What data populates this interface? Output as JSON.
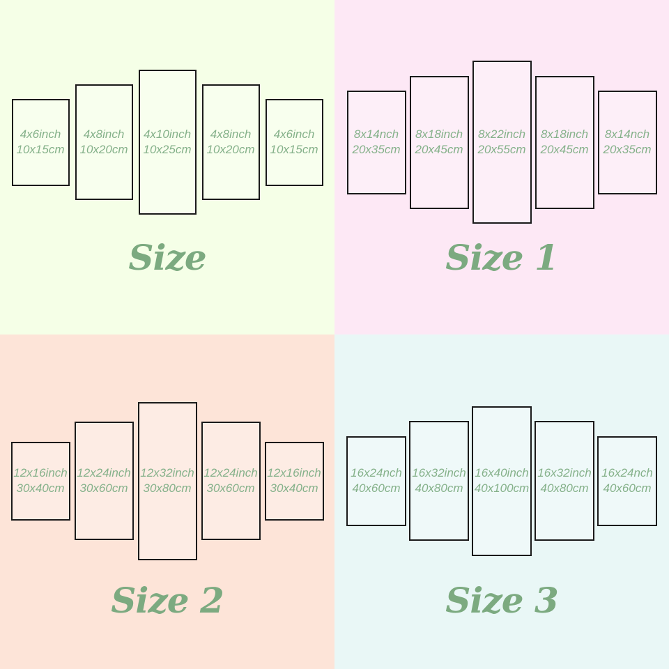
{
  "colors": {
    "label_green": "#85b18a",
    "title_green": "#7caa80",
    "panel_border": "#1a1a1a",
    "bg_top_left": "#f5ffe7",
    "bg_top_right": "#fde8f5",
    "bg_bottom_left": "#fde4d8",
    "bg_bottom_right": "#e9f7f6"
  },
  "quadrants": [
    {
      "title": "Size",
      "bg": "#f5ffe7",
      "panels": [
        {
          "inch": "4x6inch",
          "cm": "10x15cm"
        },
        {
          "inch": "4x8inch",
          "cm": "10x20cm"
        },
        {
          "inch": "4x10inch",
          "cm": "10x25cm"
        },
        {
          "inch": "4x8inch",
          "cm": "10x20cm"
        },
        {
          "inch": "4x6inch",
          "cm": "10x15cm"
        }
      ]
    },
    {
      "title": "Size 1",
      "bg": "#fde8f5",
      "panels": [
        {
          "inch": "8x14nch",
          "cm": "20x35cm"
        },
        {
          "inch": "8x18inch",
          "cm": "20x45cm"
        },
        {
          "inch": "8x22inch",
          "cm": "20x55cm"
        },
        {
          "inch": "8x18inch",
          "cm": "20x45cm"
        },
        {
          "inch": "8x14nch",
          "cm": "20x35cm"
        }
      ]
    },
    {
      "title": "Size 2",
      "bg": "#fde4d8",
      "panels": [
        {
          "inch": "12x16inch",
          "cm": "30x40cm"
        },
        {
          "inch": "12x24inch",
          "cm": "30x60cm"
        },
        {
          "inch": "12x32inch",
          "cm": "30x80cm"
        },
        {
          "inch": "12x24inch",
          "cm": "30x60cm"
        },
        {
          "inch": "12x16inch",
          "cm": "30x40cm"
        }
      ]
    },
    {
      "title": "Size 3",
      "bg": "#e9f7f6",
      "panels": [
        {
          "inch": "16x24nch",
          "cm": "40x60cm"
        },
        {
          "inch": "16x32inch",
          "cm": "40x80cm"
        },
        {
          "inch": "16x40inch",
          "cm": "40x100cm"
        },
        {
          "inch": "16x32inch",
          "cm": "40x80cm"
        },
        {
          "inch": "16x24nch",
          "cm": "40x60cm"
        }
      ]
    }
  ]
}
